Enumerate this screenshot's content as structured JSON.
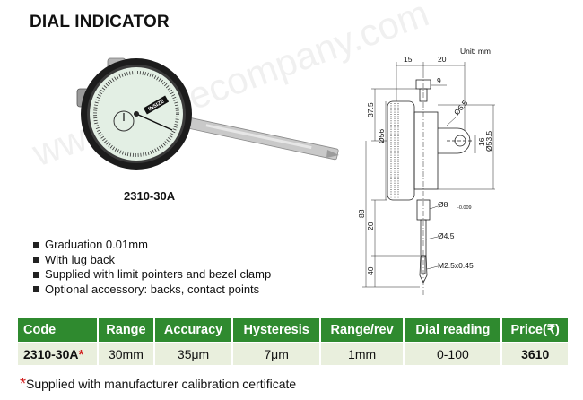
{
  "title": "DIAL INDICATOR",
  "model_label": "2310-30A",
  "watermark": "www.insizecompany.com",
  "dial_brand": "INSIZE",
  "unit_note": "Unit: mm",
  "features": [
    "Graduation 0.01mm",
    "With lug back",
    "Supplied with limit pointers and bezel clamp",
    "Optional accessory: backs, contact points"
  ],
  "drawing_dims": {
    "d15": "15",
    "d20": "20",
    "d9": "9",
    "d37_5": "37.5",
    "d6_5": "Ø6.5",
    "d56": "Ø56",
    "d16": "16",
    "d53_5": "Ø53.5",
    "d8": "Ø8",
    "d8_tol": "-0.009",
    "d88": "88",
    "d20b": "20",
    "d4_5": "Ø4.5",
    "d40": "40",
    "thread": "M2.5x0.45"
  },
  "table": {
    "headers": [
      "Code",
      "Range",
      "Accuracy",
      "Hysteresis",
      "Range/rev",
      "Dial reading",
      "Price(₹)"
    ],
    "row": {
      "code": "2310-30A",
      "code_mark": "*",
      "range": "30mm",
      "accuracy": "35μm",
      "hysteresis": "7μm",
      "range_rev": "1mm",
      "dial_reading": "0-100",
      "price": "3610"
    }
  },
  "footnote": {
    "mark": "*",
    "text": "Supplied with manufacturer calibration certificate"
  },
  "colors": {
    "header_green": "#2f8a2f",
    "cell_bg": "#e9efdd",
    "mark_red": "#d22020",
    "dial_face": "#e3efe4"
  }
}
